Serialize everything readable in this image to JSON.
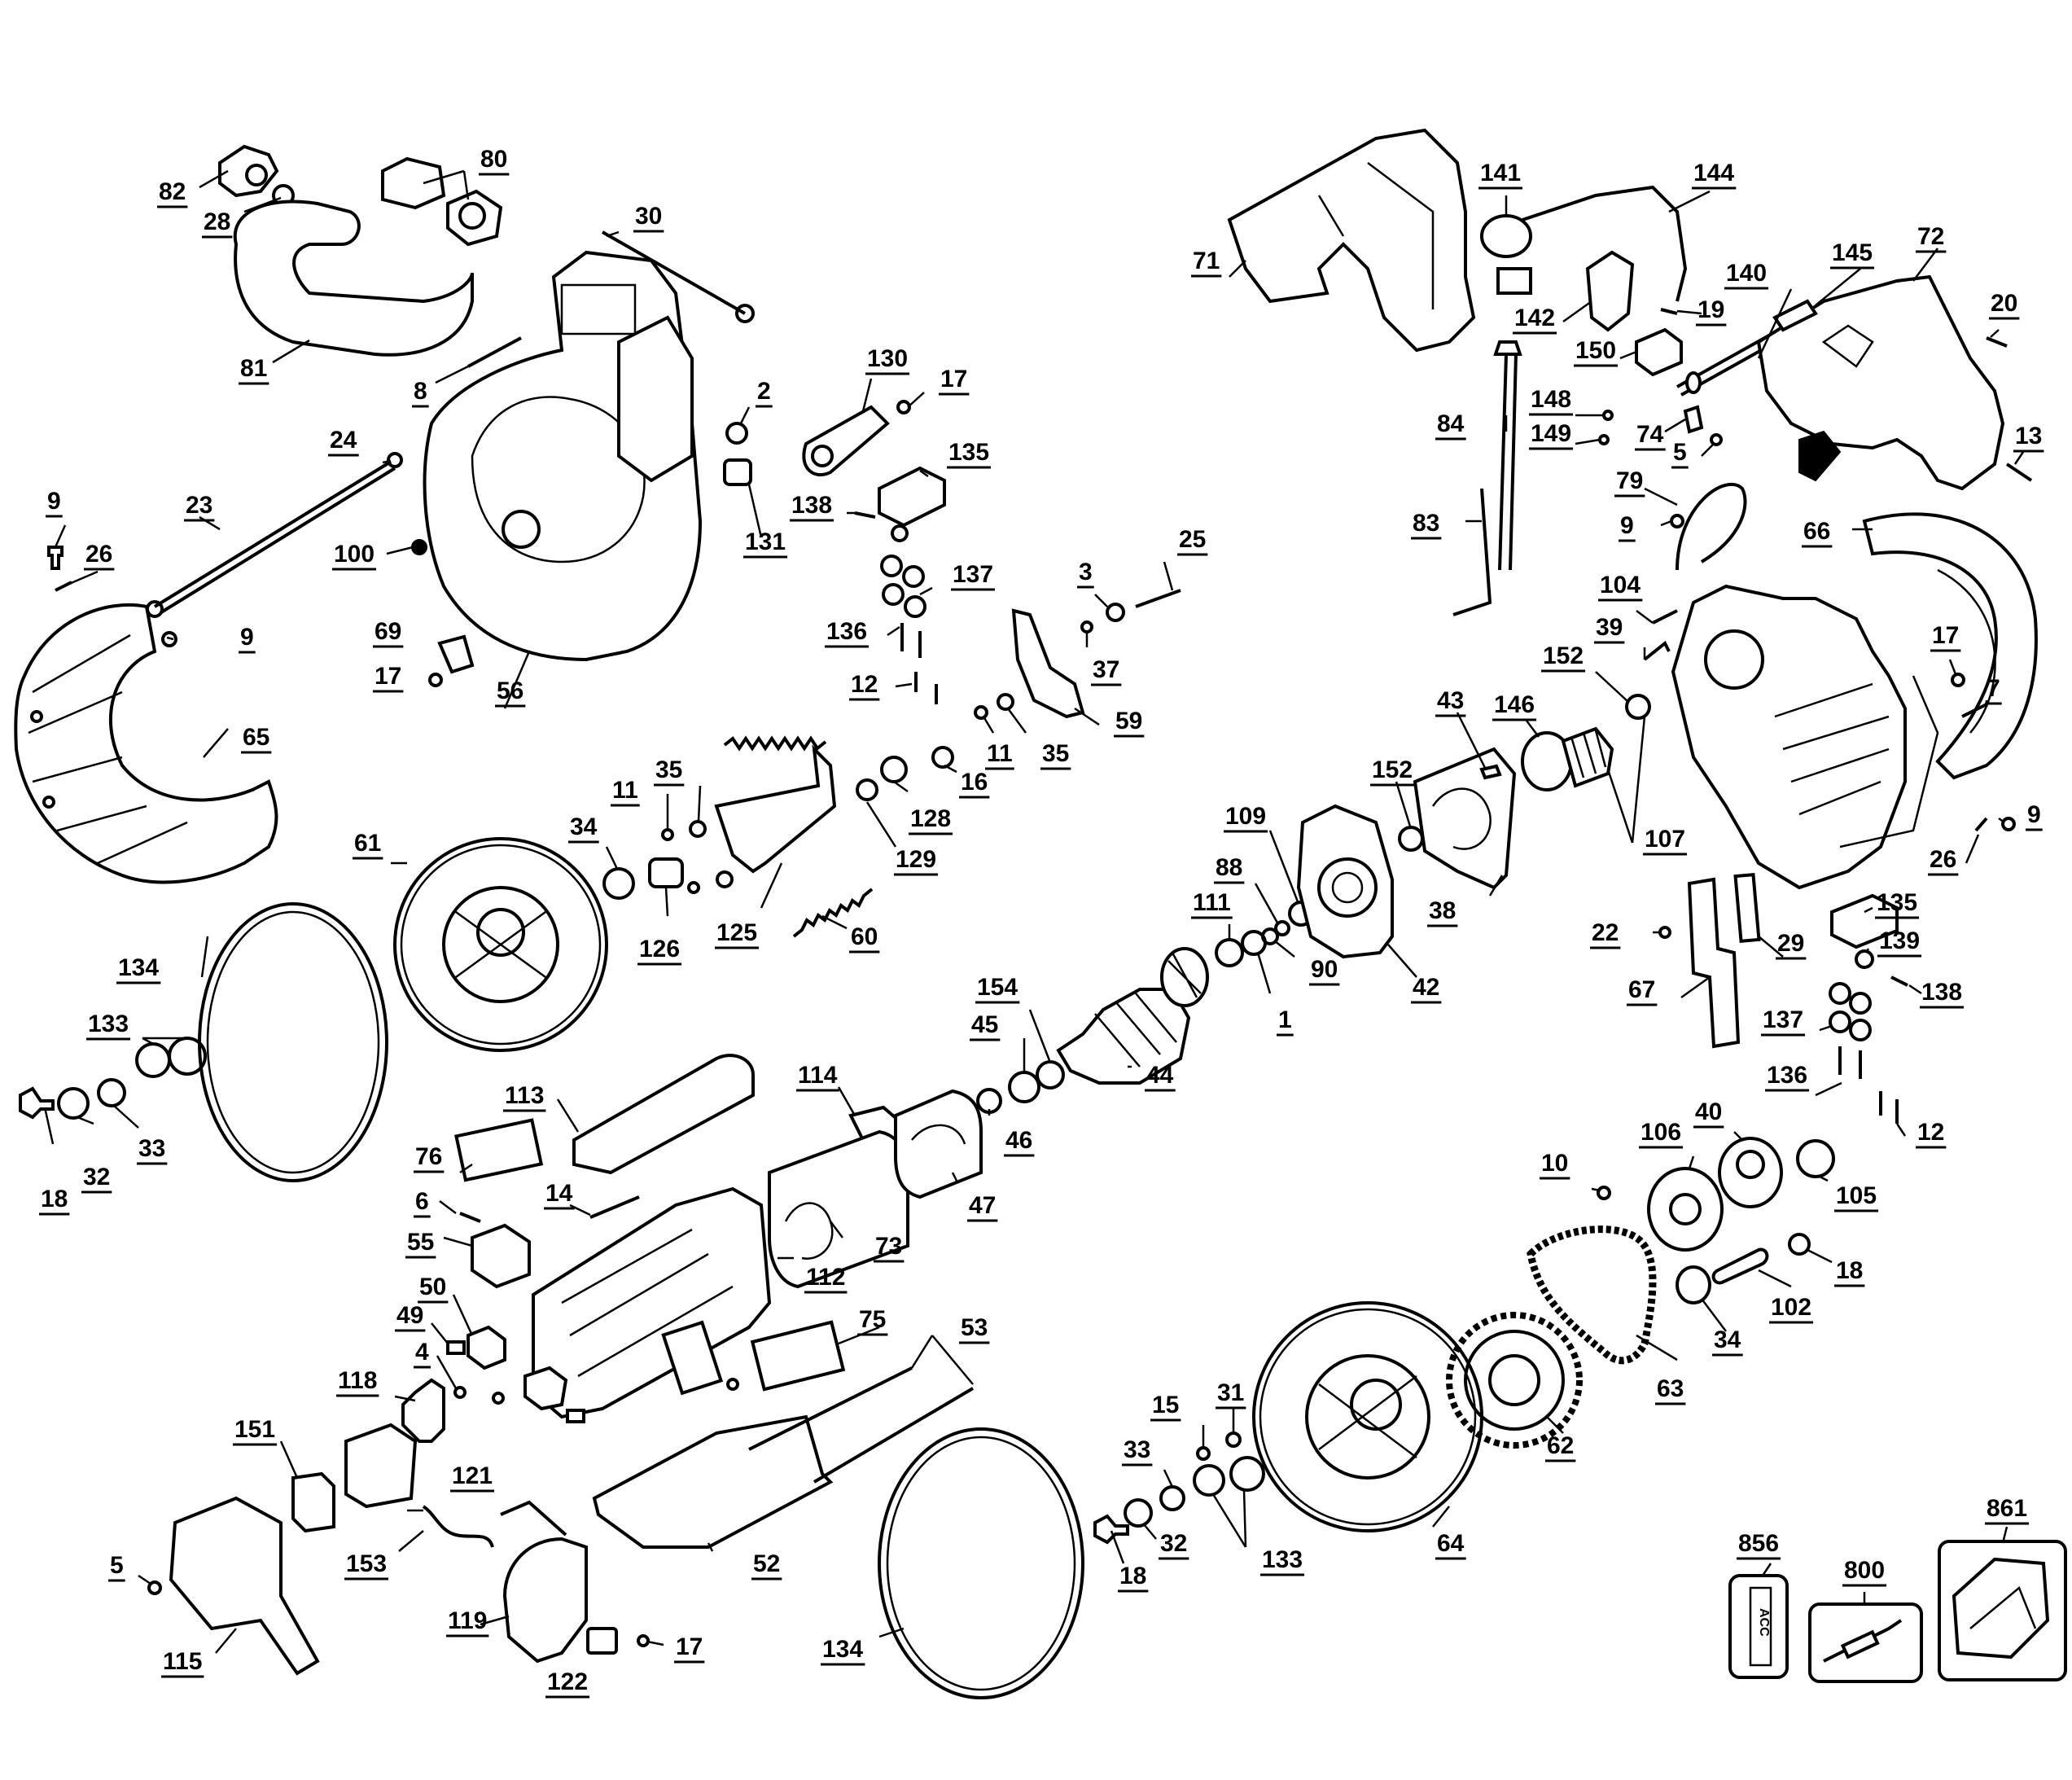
{
  "labels": [
    {
      "id": "l82",
      "text": "82"
    },
    {
      "id": "l28",
      "text": "28"
    },
    {
      "id": "l80",
      "text": "80"
    },
    {
      "id": "l30",
      "text": "30"
    },
    {
      "id": "l81",
      "text": "81"
    },
    {
      "id": "l8",
      "text": "8"
    },
    {
      "id": "l24",
      "text": "24"
    },
    {
      "id": "l23",
      "text": "23"
    },
    {
      "id": "l9a",
      "text": "9"
    },
    {
      "id": "l26a",
      "text": "26"
    },
    {
      "id": "l9b",
      "text": "9"
    },
    {
      "id": "l100",
      "text": "100"
    },
    {
      "id": "l69",
      "text": "69"
    },
    {
      "id": "l17a",
      "text": "17"
    },
    {
      "id": "l56",
      "text": "56"
    },
    {
      "id": "l65",
      "text": "65"
    },
    {
      "id": "l2",
      "text": "2"
    },
    {
      "id": "l130",
      "text": "130"
    },
    {
      "id": "l17b",
      "text": "17"
    },
    {
      "id": "l135a",
      "text": "135"
    },
    {
      "id": "l131",
      "text": "131"
    },
    {
      "id": "l138a",
      "text": "138"
    },
    {
      "id": "l137a",
      "text": "137"
    },
    {
      "id": "l136a",
      "text": "136"
    },
    {
      "id": "l12a",
      "text": "12"
    },
    {
      "id": "l3",
      "text": "3"
    },
    {
      "id": "l25",
      "text": "25"
    },
    {
      "id": "l37",
      "text": "37"
    },
    {
      "id": "l59",
      "text": "59"
    },
    {
      "id": "l11a",
      "text": "11"
    },
    {
      "id": "l35a",
      "text": "35"
    },
    {
      "id": "l16",
      "text": "16"
    },
    {
      "id": "l128",
      "text": "128"
    },
    {
      "id": "l129",
      "text": "129"
    },
    {
      "id": "l11b",
      "text": "11"
    },
    {
      "id": "l35b",
      "text": "35"
    },
    {
      "id": "l34a",
      "text": "34"
    },
    {
      "id": "l126",
      "text": "126"
    },
    {
      "id": "l125",
      "text": "125"
    },
    {
      "id": "l60",
      "text": "60"
    },
    {
      "id": "l61",
      "text": "61"
    },
    {
      "id": "l134a",
      "text": "134"
    },
    {
      "id": "l133a",
      "text": "133"
    },
    {
      "id": "l18a",
      "text": "18"
    },
    {
      "id": "l32a",
      "text": "32"
    },
    {
      "id": "l33a",
      "text": "33"
    },
    {
      "id": "l113",
      "text": "113"
    },
    {
      "id": "l76",
      "text": "76"
    },
    {
      "id": "l6",
      "text": "6"
    },
    {
      "id": "l55",
      "text": "55"
    },
    {
      "id": "l14",
      "text": "14"
    },
    {
      "id": "l50",
      "text": "50"
    },
    {
      "id": "l49",
      "text": "49"
    },
    {
      "id": "l4",
      "text": "4"
    },
    {
      "id": "l118",
      "text": "118"
    },
    {
      "id": "l151",
      "text": "151"
    },
    {
      "id": "l121",
      "text": "121"
    },
    {
      "id": "l153",
      "text": "153"
    },
    {
      "id": "l5a",
      "text": "5"
    },
    {
      "id": "l115",
      "text": "115"
    },
    {
      "id": "l119",
      "text": "119"
    },
    {
      "id": "l122",
      "text": "122"
    },
    {
      "id": "l17c",
      "text": "17"
    },
    {
      "id": "l114",
      "text": "114"
    },
    {
      "id": "l112",
      "text": "112"
    },
    {
      "id": "l73",
      "text": "73"
    },
    {
      "id": "l47",
      "text": "47"
    },
    {
      "id": "l46",
      "text": "46"
    },
    {
      "id": "l45",
      "text": "45"
    },
    {
      "id": "l154",
      "text": "154"
    },
    {
      "id": "l44",
      "text": "44"
    },
    {
      "id": "l111",
      "text": "111"
    },
    {
      "id": "l1",
      "text": "1"
    },
    {
      "id": "l88",
      "text": "88"
    },
    {
      "id": "l90",
      "text": "90"
    },
    {
      "id": "l109",
      "text": "109"
    },
    {
      "id": "l42",
      "text": "42"
    },
    {
      "id": "l152a",
      "text": "152"
    },
    {
      "id": "l38",
      "text": "38"
    },
    {
      "id": "l43",
      "text": "43"
    },
    {
      "id": "l146",
      "text": "146"
    },
    {
      "id": "l152b",
      "text": "152"
    },
    {
      "id": "l39",
      "text": "39"
    },
    {
      "id": "l107",
      "text": "107"
    },
    {
      "id": "l104",
      "text": "104"
    },
    {
      "id": "l75",
      "text": "75"
    },
    {
      "id": "l53",
      "text": "53"
    },
    {
      "id": "l52",
      "text": "52"
    },
    {
      "id": "l134b",
      "text": "134"
    },
    {
      "id": "l15",
      "text": "15"
    },
    {
      "id": "l31",
      "text": "31"
    },
    {
      "id": "l33b",
      "text": "33"
    },
    {
      "id": "l32b",
      "text": "32"
    },
    {
      "id": "l18b",
      "text": "18"
    },
    {
      "id": "l133b",
      "text": "133"
    },
    {
      "id": "l64",
      "text": "64"
    },
    {
      "id": "l62",
      "text": "62"
    },
    {
      "id": "l63",
      "text": "63"
    },
    {
      "id": "l34b",
      "text": "34"
    },
    {
      "id": "l102",
      "text": "102"
    },
    {
      "id": "l18c",
      "text": "18"
    },
    {
      "id": "l10",
      "text": "10"
    },
    {
      "id": "l106",
      "text": "106"
    },
    {
      "id": "l40",
      "text": "40"
    },
    {
      "id": "l105",
      "text": "105"
    },
    {
      "id": "l12b",
      "text": "12"
    },
    {
      "id": "l136b",
      "text": "136"
    },
    {
      "id": "l137b",
      "text": "137"
    },
    {
      "id": "l138b",
      "text": "138"
    },
    {
      "id": "l139",
      "text": "139"
    },
    {
      "id": "l135b",
      "text": "135"
    },
    {
      "id": "l67",
      "text": "67"
    },
    {
      "id": "l22",
      "text": "22"
    },
    {
      "id": "l29",
      "text": "29"
    },
    {
      "id": "l26b",
      "text": "26"
    },
    {
      "id": "l9c",
      "text": "9"
    },
    {
      "id": "l7",
      "text": "7"
    },
    {
      "id": "l17d",
      "text": "17"
    },
    {
      "id": "l66",
      "text": "66"
    },
    {
      "id": "l9d",
      "text": "9"
    },
    {
      "id": "l79",
      "text": "79"
    },
    {
      "id": "l83",
      "text": "83"
    },
    {
      "id": "l84",
      "text": "84"
    },
    {
      "id": "l148",
      "text": "148"
    },
    {
      "id": "l149",
      "text": "149"
    },
    {
      "id": "l74",
      "text": "74"
    },
    {
      "id": "l5b",
      "text": "5"
    },
    {
      "id": "l150",
      "text": "150"
    },
    {
      "id": "l142",
      "text": "142"
    },
    {
      "id": "l19",
      "text": "19"
    },
    {
      "id": "l141",
      "text": "141"
    },
    {
      "id": "l144",
      "text": "144"
    },
    {
      "id": "l71",
      "text": "71"
    },
    {
      "id": "l140",
      "text": "140"
    },
    {
      "id": "l145",
      "text": "145"
    },
    {
      "id": "l72",
      "text": "72"
    },
    {
      "id": "l20",
      "text": "20"
    },
    {
      "id": "l13",
      "text": "13"
    },
    {
      "id": "l856",
      "text": "856"
    },
    {
      "id": "l800",
      "text": "800"
    },
    {
      "id": "l861",
      "text": "861"
    }
  ],
  "acc_label": "ACC"
}
